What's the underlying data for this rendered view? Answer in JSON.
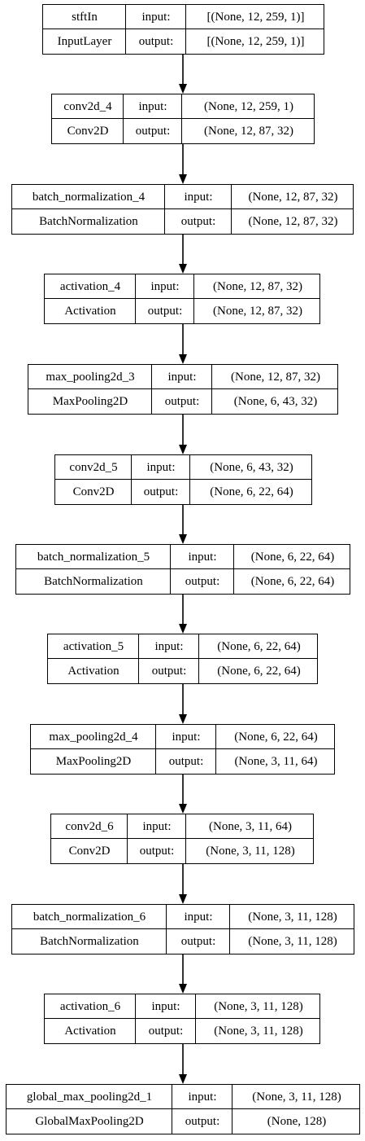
{
  "layers": [
    {
      "name": "stftIn",
      "type": "InputLayer",
      "input_label": "input:",
      "output_label": "output:",
      "input_shape": "[(None, 12, 259, 1)]",
      "output_shape": "[(None, 12, 259, 1)]"
    },
    {
      "name": "conv2d_4",
      "type": "Conv2D",
      "input_label": "input:",
      "output_label": "output:",
      "input_shape": "(None, 12, 259, 1)",
      "output_shape": "(None, 12, 87, 32)"
    },
    {
      "name": "batch_normalization_4",
      "type": "BatchNormalization",
      "input_label": "input:",
      "output_label": "output:",
      "input_shape": "(None, 12, 87, 32)",
      "output_shape": "(None, 12, 87, 32)"
    },
    {
      "name": "activation_4",
      "type": "Activation",
      "input_label": "input:",
      "output_label": "output:",
      "input_shape": "(None, 12, 87, 32)",
      "output_shape": "(None, 12, 87, 32)"
    },
    {
      "name": "max_pooling2d_3",
      "type": "MaxPooling2D",
      "input_label": "input:",
      "output_label": "output:",
      "input_shape": "(None, 12, 87, 32)",
      "output_shape": "(None, 6, 43, 32)"
    },
    {
      "name": "conv2d_5",
      "type": "Conv2D",
      "input_label": "input:",
      "output_label": "output:",
      "input_shape": "(None, 6, 43, 32)",
      "output_shape": "(None, 6, 22, 64)"
    },
    {
      "name": "batch_normalization_5",
      "type": "BatchNormalization",
      "input_label": "input:",
      "output_label": "output:",
      "input_shape": "(None, 6, 22, 64)",
      "output_shape": "(None, 6, 22, 64)"
    },
    {
      "name": "activation_5",
      "type": "Activation",
      "input_label": "input:",
      "output_label": "output:",
      "input_shape": "(None, 6, 22, 64)",
      "output_shape": "(None, 6, 22, 64)"
    },
    {
      "name": "max_pooling2d_4",
      "type": "MaxPooling2D",
      "input_label": "input:",
      "output_label": "output:",
      "input_shape": "(None, 6, 22, 64)",
      "output_shape": "(None, 3, 11, 64)"
    },
    {
      "name": "conv2d_6",
      "type": "Conv2D",
      "input_label": "input:",
      "output_label": "output:",
      "input_shape": "(None, 3, 11, 64)",
      "output_shape": "(None, 3, 11, 128)"
    },
    {
      "name": "batch_normalization_6",
      "type": "BatchNormalization",
      "input_label": "input:",
      "output_label": "output:",
      "input_shape": "(None, 3, 11, 128)",
      "output_shape": "(None, 3, 11, 128)"
    },
    {
      "name": "activation_6",
      "type": "Activation",
      "input_label": "input:",
      "output_label": "output:",
      "input_shape": "(None, 3, 11, 128)",
      "output_shape": "(None, 3, 11, 128)"
    },
    {
      "name": "global_max_pooling2d_1",
      "type": "GlobalMaxPooling2D",
      "input_label": "input:",
      "output_label": "output:",
      "input_shape": "(None, 3, 11, 128)",
      "output_shape": "(None, 128)"
    }
  ]
}
